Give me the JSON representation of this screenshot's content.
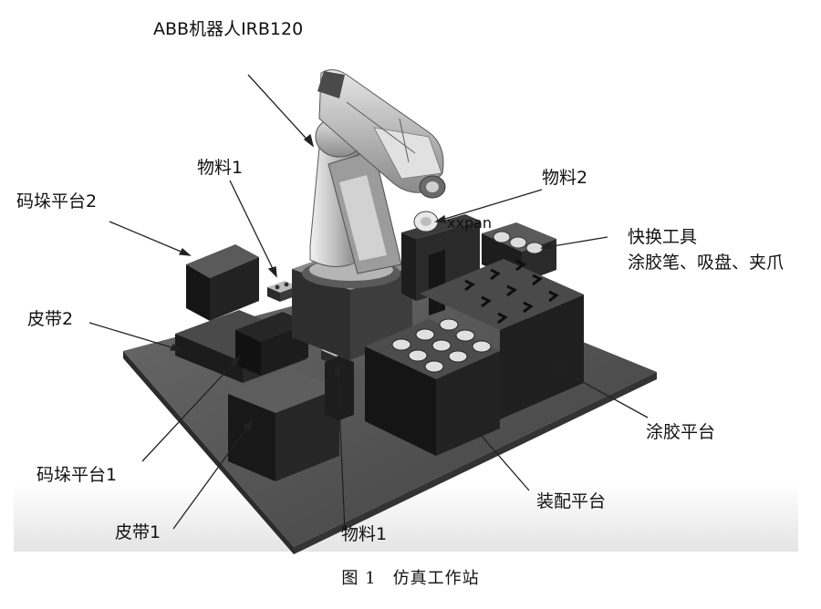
{
  "figure": {
    "caption_number": "图 1",
    "caption_title": "仿真工作站"
  },
  "labels": {
    "robot": "ABB机器人IRB120",
    "material1_top": "物料1",
    "material2": "物料2",
    "palletizing2": "码垛平台2",
    "quick_change_title": "快换工具",
    "quick_change_items": "涂胶笔、吸盘、夹爪",
    "belt2": "皮带2",
    "gluing_platform": "涂胶平台",
    "palletizing1": "码垛平台1",
    "assembly_platform": "装配平台",
    "belt1": "皮带1",
    "material1_bottom": "物料1",
    "xxpan": "xxpan"
  },
  "colors": {
    "base_plate": "#4d4d4d",
    "base_edge": "#2a2a2a",
    "block_dark": "#1c1c1c",
    "block_mid": "#3a3a3a",
    "robot_light": "#d9d9d9",
    "robot_dark": "#6e6e6e",
    "leader": "#222222",
    "floor_fade": "#e9e9e9"
  }
}
